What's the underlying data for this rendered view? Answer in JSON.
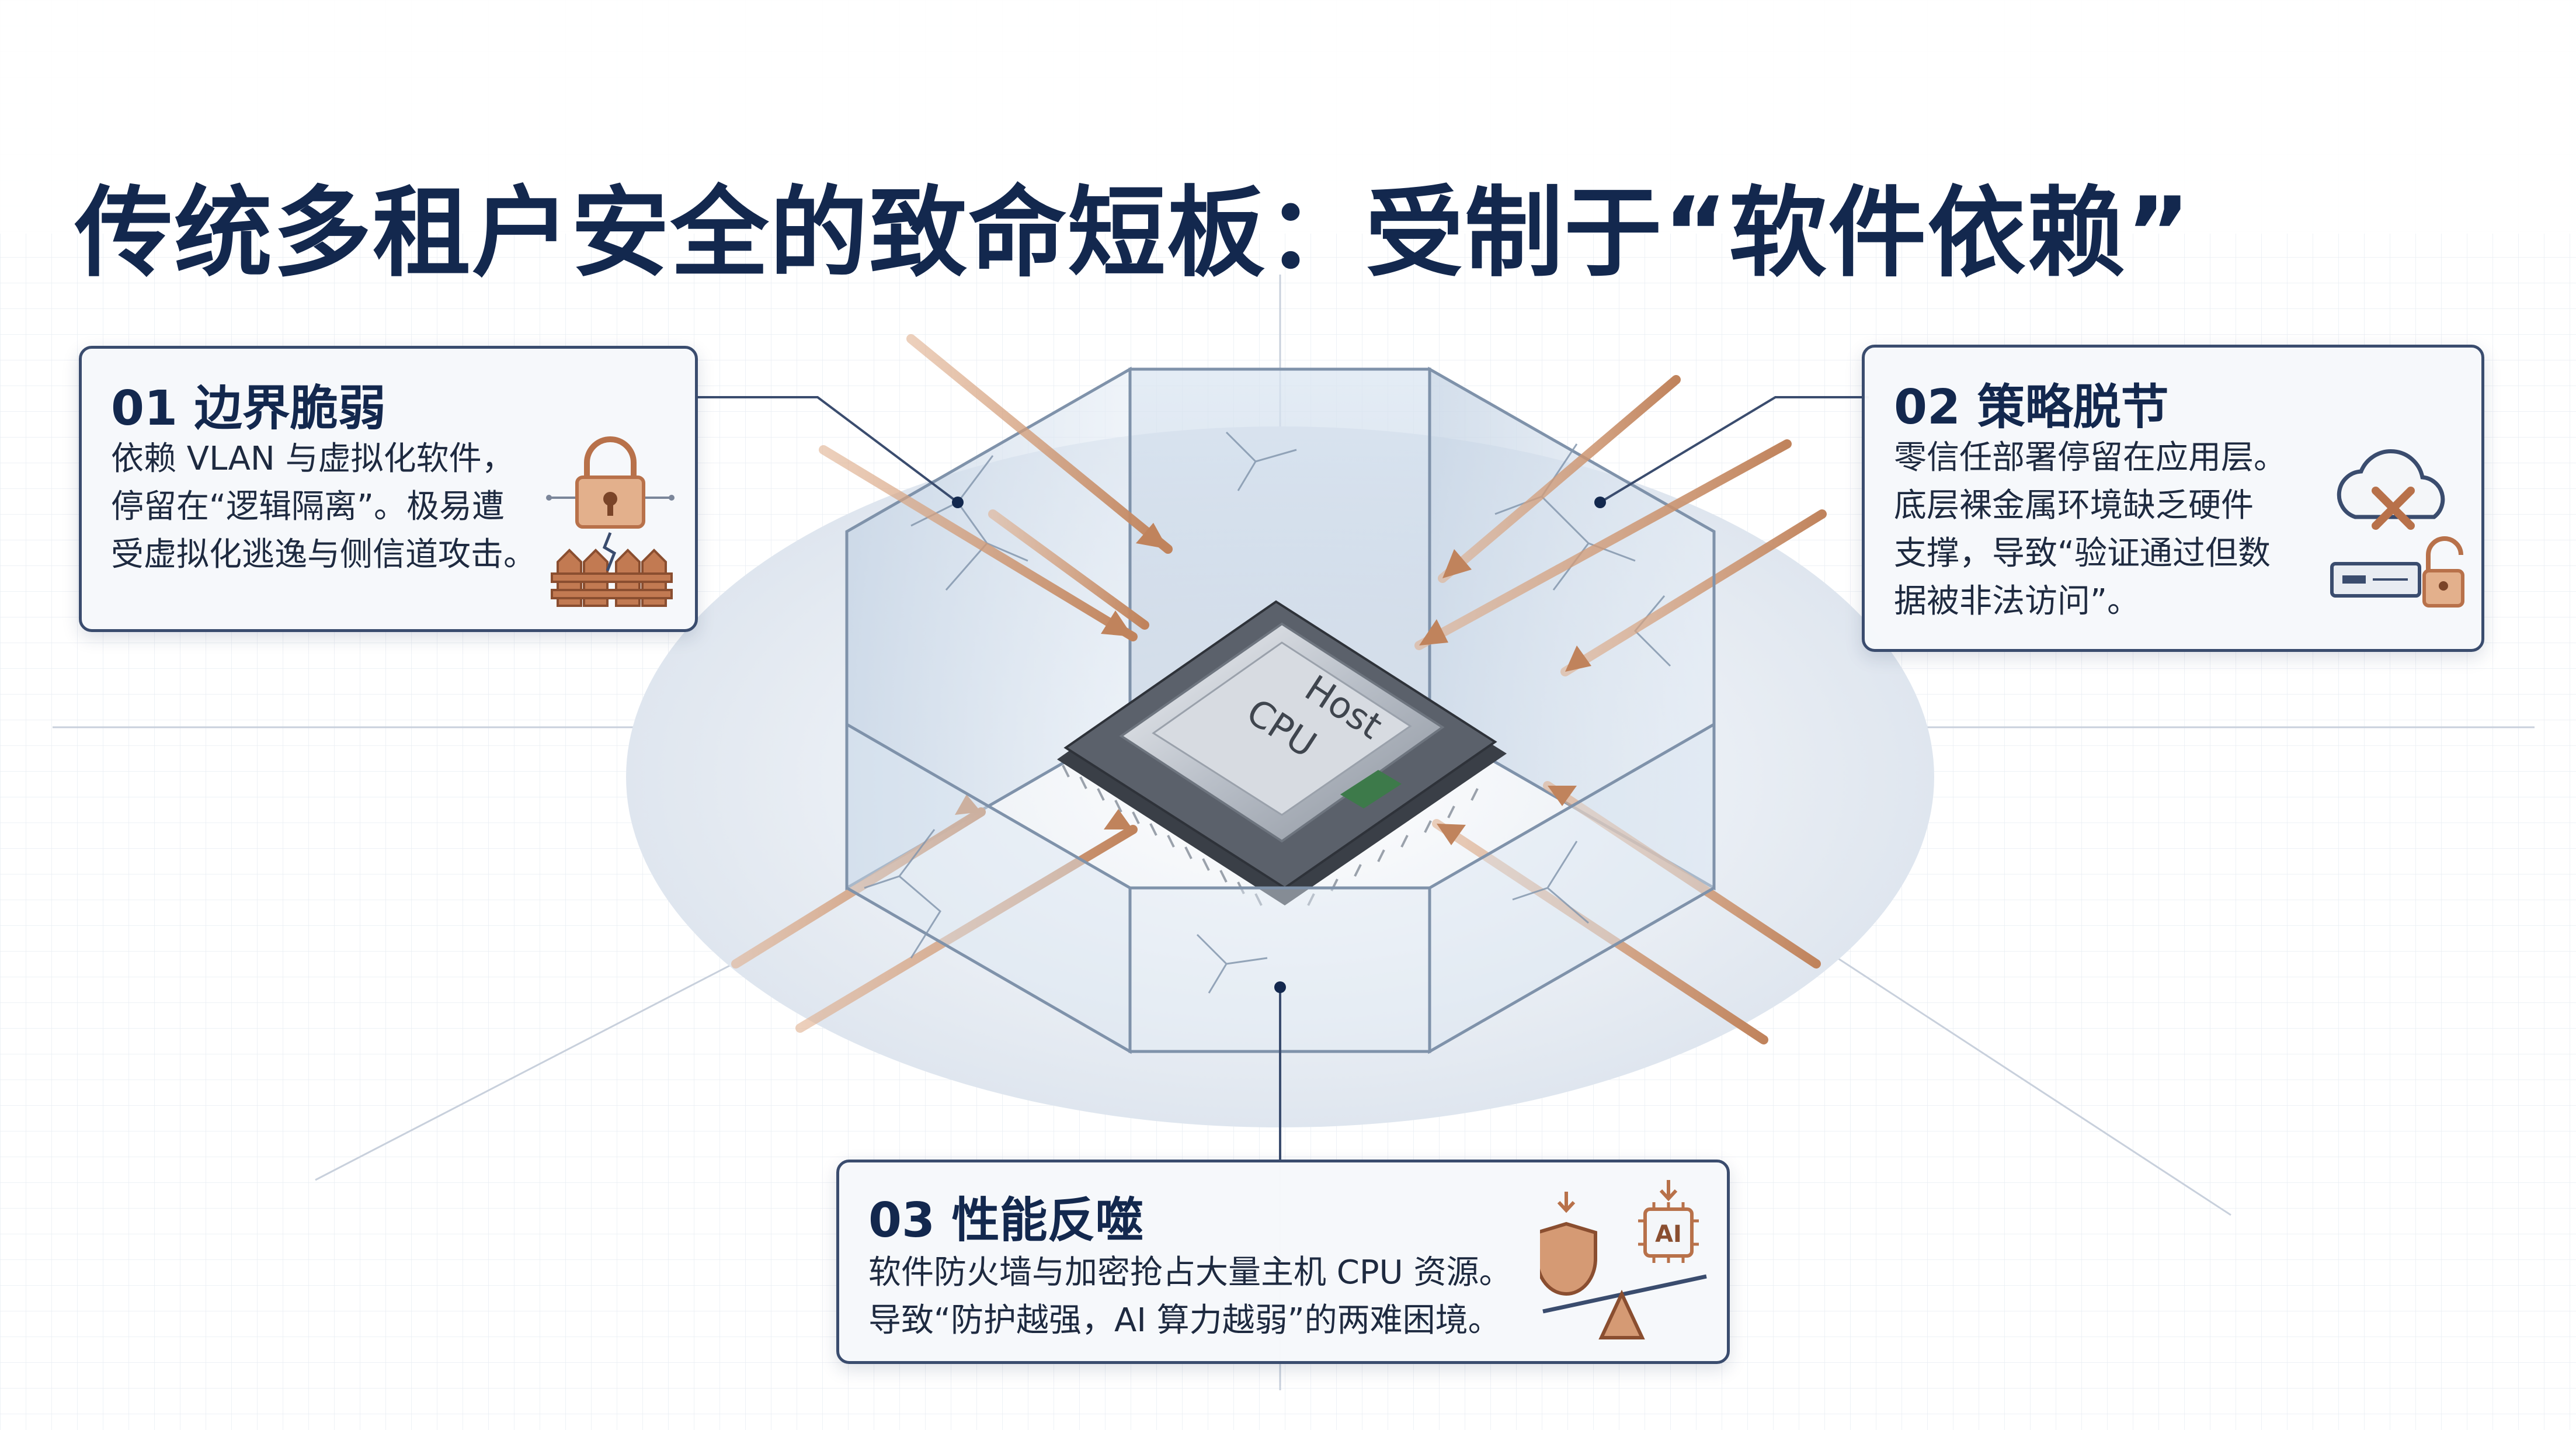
{
  "page": {
    "title": "传统多租户安全的致命短板：受制于“软件依赖”"
  },
  "cpu": {
    "label_line1": "Host",
    "label_line2": "CPU"
  },
  "cards": [
    {
      "id": "boundary",
      "title": "01 边界脆弱",
      "lines": [
        "依赖 VLAN 与虚拟化软件，",
        "停留在“逻辑隔离”。极易遭",
        "受虚拟化逃逸与侧信道攻击。"
      ],
      "icons": [
        "padlock-icon",
        "fence-icon"
      ]
    },
    {
      "id": "policy",
      "title": "02 策略脱节",
      "lines": [
        "零信任部署停留在应用层。",
        "底层裸金属环境缺乏硬件",
        "支撑，导致“验证通过但数",
        "据被非法访问”。"
      ],
      "icons": [
        "cloud-x-icon",
        "server-unlock-icon"
      ]
    },
    {
      "id": "performance",
      "title": "03 性能反噬",
      "lines": [
        "软件防火墙与加密抢占大量主机 CPU 资源。",
        "导致“防护越强，AI 算力越弱”的两难困境。"
      ],
      "icons": [
        "balance-scale-icon",
        "shield-icon",
        "ai-chip-icon"
      ],
      "ai_chip_label": "AI"
    }
  ],
  "colors": {
    "title": "#13284e",
    "card_border": "#3a4c6e",
    "arrow": "#c0835c",
    "icon": "#b8714a",
    "glass_edge": "#7f92aa"
  }
}
